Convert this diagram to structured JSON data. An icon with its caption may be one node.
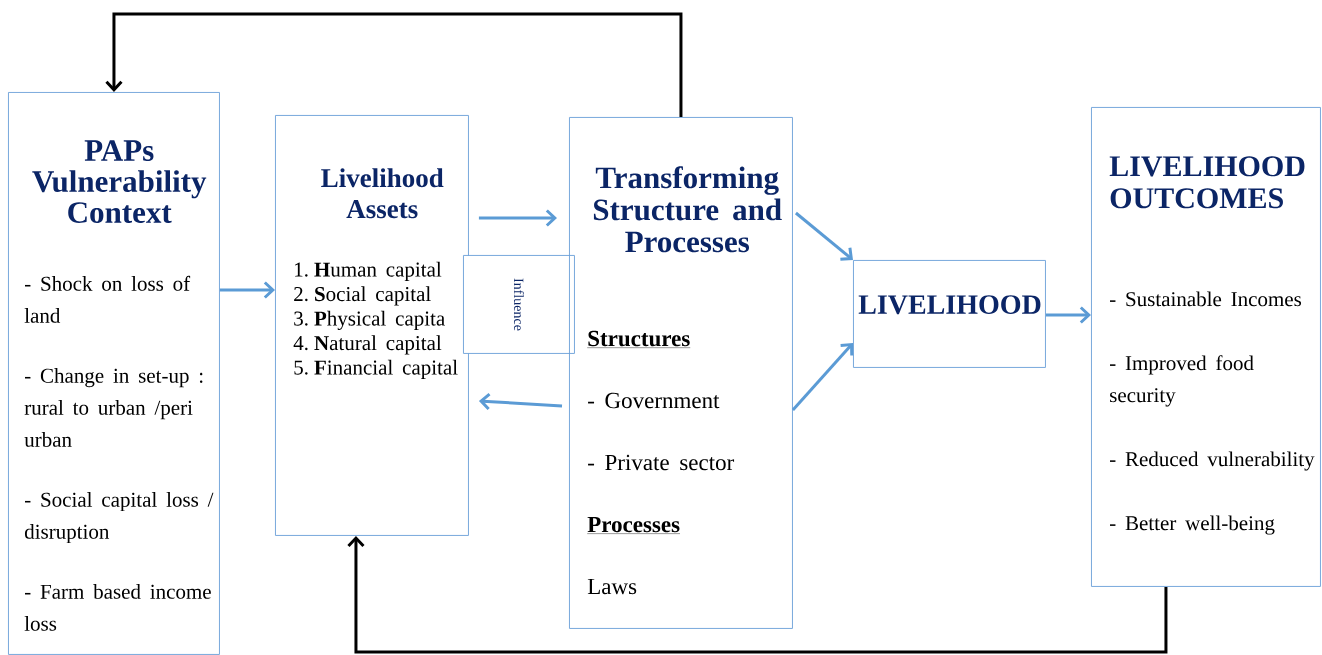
{
  "diagram": {
    "nodes": [
      {
        "text": [
          "PAPs Vulnerability Context",
          "- Shock on loss of land",
          "- Change in set-up : rural  to urban /peri urban",
          "- Social capital loss / disruption",
          "- Farm based income  loss"
        ]
      },
      {
        "text": [
          "Livelihood Assets",
          "1. **H**uman capital",
          "2. **S**ocial capital",
          "3. **P**hysical capita",
          "4. **N**atural capital",
          "5. **F**inancial capital"
        ]
      },
      {
        "text": [
          "Influence"
        ]
      },
      {
        "text": [
          "Transforming Structure and Processes",
          "Structures",
          "- Government",
          "- Private sector",
          "Processes",
          "Laws"
        ]
      },
      {
        "text": [
          "LIVELIHOOD"
        ]
      },
      {
        "text": [
          "LIVELIHOOD OUTCOMES",
          "- Sustainable Incomes",
          "- Improved food security",
          "- Reduced vulnerability",
          "- Better well-being"
        ]
      }
    ],
    "edges": [
      {
        "from": 0,
        "to": 1,
        "arrow": "to"
      },
      {
        "from": 1,
        "to": 3,
        "arrow": "to"
      },
      {
        "from": 3,
        "to": 1,
        "arrow": "to"
      },
      {
        "from": 3,
        "to": 4,
        "arrow": "to"
      },
      {
        "from": 3,
        "to": 4,
        "arrow": "to"
      },
      {
        "from": 4,
        "to": 5,
        "arrow": "to"
      },
      {
        "from": 3,
        "to": 0,
        "arrow": "to",
        "color": "#000000"
      },
      {
        "from": 5,
        "to": 1,
        "arrow": "to",
        "color": "#000000"
      }
    ]
  }
}
